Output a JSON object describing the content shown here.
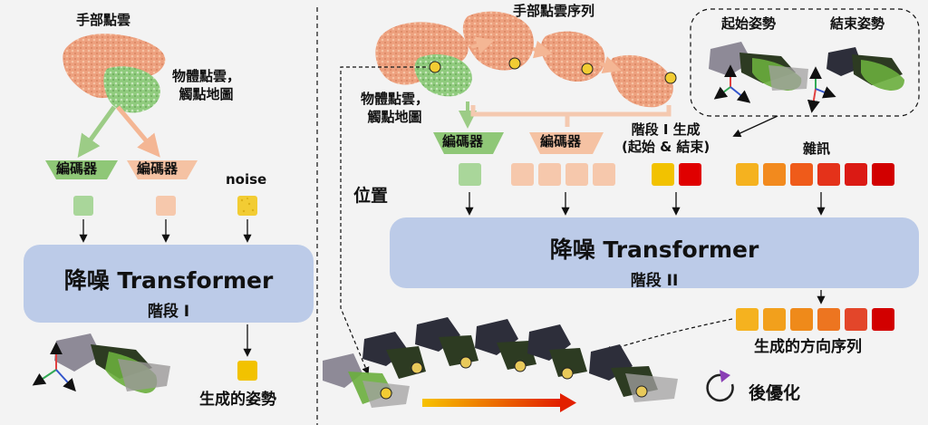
{
  "colors": {
    "background": "#f3f3f3",
    "transformer": "#bccbe8",
    "object_token": "#a9d69a",
    "hand_token": "#f6c8ac",
    "noise_token": "#f2cc33",
    "start_token": "#f2c200",
    "end_token": "#e00000",
    "noise_gradient": [
      "#f5b21f",
      "#f28a1e",
      "#ef5b1a",
      "#e4321a",
      "#db1a14",
      "#d20000"
    ]
  },
  "left": {
    "hand_cloud_label": "手部點雲",
    "object_cloud_label": "物體點雲，\n觸點地圖",
    "encoder_left": "編碼器",
    "encoder_right": "編碼器",
    "noise_label": "noise",
    "transformer_title": "降噪 Transformer",
    "transformer_sub": "階段 I",
    "output_label": "生成的姿勢"
  },
  "right": {
    "hand_sequence_label": "手部點雲序列",
    "object_cloud_label": "物體點雲，\n觸點地圖",
    "encoder_left": "編碼器",
    "encoder_mid": "編碼器",
    "stage1_label": "階段 I 生成\n(起始 & 結束)",
    "noise_label": "雜訊",
    "position_label": "位置",
    "transformer_title": "降噪 Transformer",
    "transformer_sub": "階段 II",
    "output_label": "生成的方向序列",
    "postprocess_label": "後優化",
    "start_pose_label": "起始姿勢",
    "end_pose_label": "結束姿勢"
  }
}
